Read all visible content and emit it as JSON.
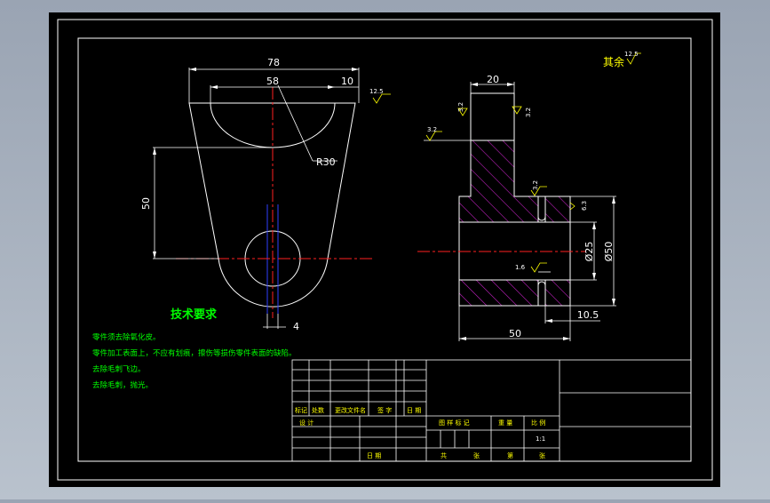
{
  "colors": {
    "background": "#000000",
    "frame": "#ffffff",
    "centerline": "#ff2020",
    "dimension": "#ffffff",
    "hatch": "#c020c0",
    "note_text": "#00ff00",
    "title_text": "#ffff00",
    "surface_mark": "#ffff00",
    "hidden": "#3040ff"
  },
  "front_view": {
    "dim_width_top": "78",
    "dim_arc_width": "58",
    "dim_offset": "10",
    "dim_radius": "R30",
    "dim_height": "50",
    "dim_slot": "4",
    "roughness_top": "12.5"
  },
  "side_view": {
    "dim_boss_width": "20",
    "dim_length": "50",
    "dim_hub": "10.5",
    "dim_bore": "Ø25",
    "dim_outer": "Ø50",
    "roughness_boss_left": "3.2",
    "roughness_boss_right": "3.2",
    "roughness_left": "3.2",
    "roughness_step": "3.2",
    "roughness_right": "6.3",
    "roughness_bore": "1.6"
  },
  "general_roughness": {
    "label": "其余",
    "value": "12.5"
  },
  "notes": {
    "title": "技术要求",
    "items": [
      "零件须去除氧化皮。",
      "零件加工表面上，不应有划痕，擦伤等损伤零件表面的缺陷。",
      "去除毛刺飞边。",
      "去除毛刺，抛光。"
    ]
  },
  "title_block": {
    "row_labels": [
      "标记",
      "处数",
      "更改文件名",
      "签 字",
      "日 期"
    ],
    "design": "设 计",
    "date": "日 期",
    "stage_mark": "图 样 标 记",
    "weight": "重 量",
    "scale_label": "比 例",
    "scale_value": "1:1",
    "total": "共",
    "sheet_unit": "张",
    "sheet_no": "第",
    "sheet_unit2": "张"
  }
}
